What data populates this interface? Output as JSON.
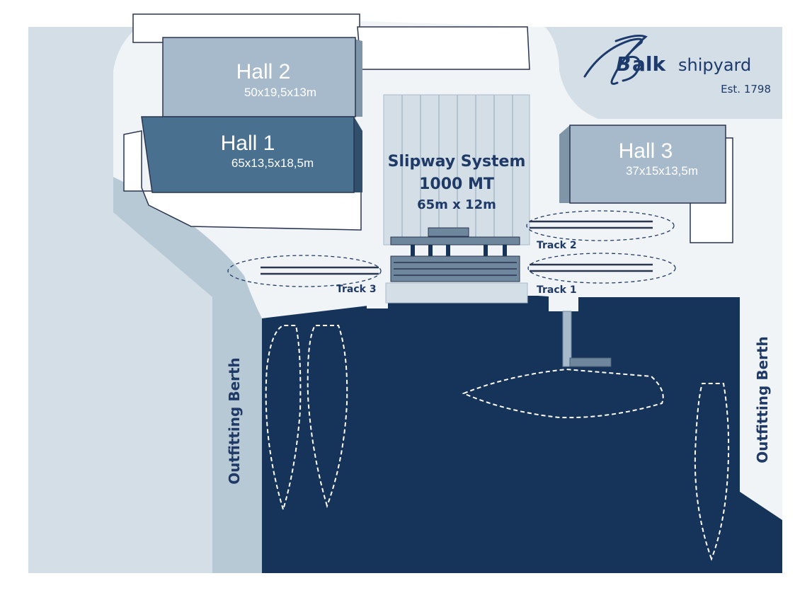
{
  "brand": {
    "letter": "B",
    "bold": "alk",
    "rest": "shipyard",
    "est": "Est. 1798"
  },
  "halls": [
    {
      "name": "Hall 2",
      "size": "50x19,5x13m"
    },
    {
      "name": "Hall 1",
      "size": "65x13,5x18,5m"
    },
    {
      "name": "Hall 3",
      "size": "37x15x13,5m"
    }
  ],
  "slipway": {
    "title": "Slipway System",
    "capacity": "1000 MT",
    "size": "65m x 12m"
  },
  "tracks": {
    "track1": "Track 1",
    "track2": "Track 2",
    "track3": "Track 3"
  },
  "berths": {
    "left": "Outfitting Berth",
    "right": "Outfitting Berth"
  },
  "colors": {
    "water": "#16335a",
    "land": "#f1f4f7",
    "outer": "#d3dee6",
    "hall1": "#4a7090",
    "hall2": "#a7bacb",
    "hall3": "#a7bacb",
    "slipway": "#d3dee6",
    "text": "#1f3a66"
  }
}
